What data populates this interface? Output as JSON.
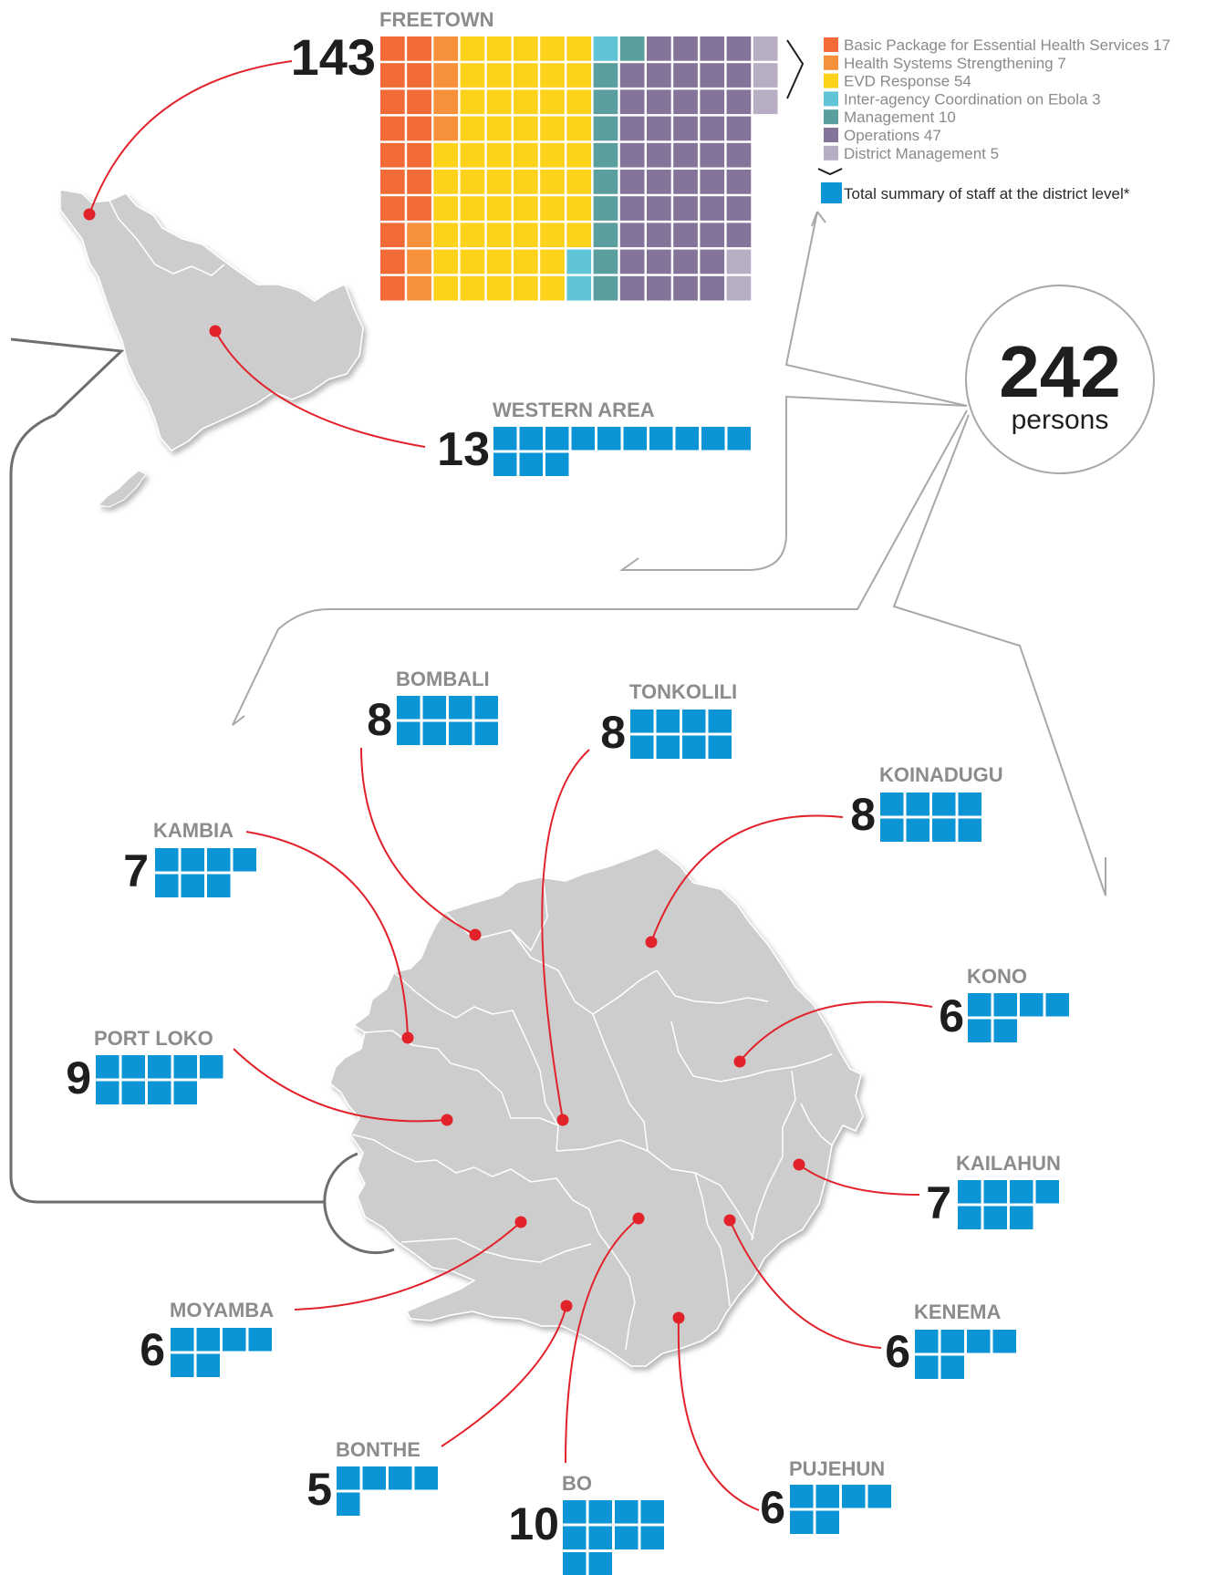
{
  "colors": {
    "staff_block": "#0b94d6",
    "leader_line": "#e2222a",
    "map_fill": "#cdcdcd",
    "map_border": "#ffffff",
    "connector": "#a8a8a8"
  },
  "total": {
    "value": "242",
    "unit": "persons"
  },
  "freetown": {
    "label": "FREETOWN",
    "count": "143",
    "categories": [
      {
        "name": "Basic Package for Essential Health Services",
        "value": 17,
        "color": "#f26a35"
      },
      {
        "name": "Health Systems Strengthening",
        "value": 7,
        "color": "#f7903a"
      },
      {
        "name": "EVD Response",
        "value": 54,
        "color": "#fdd21b"
      },
      {
        "name": "Inter-agency Coordination on Ebola",
        "value": 3,
        "color": "#5ec4d6"
      },
      {
        "name": "Management",
        "value": 10,
        "color": "#5a9e9e"
      },
      {
        "name": "Operations",
        "value": 47,
        "color": "#857499"
      },
      {
        "name": "District Management",
        "value": 5,
        "color": "#b8aec4"
      }
    ],
    "legend_entries": [
      "Basic Package for Essential Health Services 17",
      "Health Systems Strengthening 7",
      "EVD Response 54",
      "Inter-agency Coordination on Ebola 3",
      "Management 10",
      "Operations 47",
      "District Management 5"
    ],
    "summary_legend": "Total summary of staff at the district level*"
  },
  "districts": [
    {
      "id": "western-area",
      "label": "WESTERN AREA",
      "count": "13",
      "value": 13
    },
    {
      "id": "bombali",
      "label": "BOMBALI",
      "count": "8",
      "value": 8
    },
    {
      "id": "tonkolili",
      "label": "TONKOLILI",
      "count": "8",
      "value": 8
    },
    {
      "id": "koinadugu",
      "label": "KOINADUGU",
      "count": "8",
      "value": 8
    },
    {
      "id": "kambia",
      "label": "KAMBIA",
      "count": "7",
      "value": 7
    },
    {
      "id": "kono",
      "label": "KONO",
      "count": "6",
      "value": 6
    },
    {
      "id": "port-loko",
      "label": "PORT LOKO",
      "count": "9",
      "value": 9
    },
    {
      "id": "kailahun",
      "label": "KAILAHUN",
      "count": "7",
      "value": 7
    },
    {
      "id": "moyamba",
      "label": "MOYAMBA",
      "count": "6",
      "value": 6
    },
    {
      "id": "kenema",
      "label": "KENEMA",
      "count": "6",
      "value": 6
    },
    {
      "id": "bonthe",
      "label": "BONTHE",
      "count": "5",
      "value": 5
    },
    {
      "id": "pujehun",
      "label": "PUJEHUN",
      "count": "6",
      "value": 6
    },
    {
      "id": "bo",
      "label": "BO",
      "count": "10",
      "value": 10
    }
  ]
}
